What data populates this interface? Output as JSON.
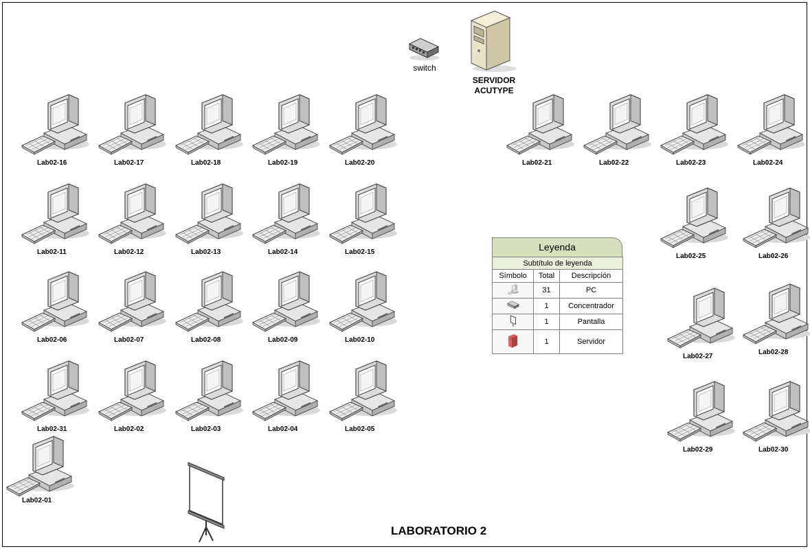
{
  "title": "LABORATORIO 2",
  "switch_label": "switch",
  "server_label": [
    "SERVIDOR",
    "ACUTYPE"
  ],
  "legend": {
    "title": "Leyenda",
    "subtitle": "Subtítulo de leyenda",
    "columns": [
      "Símbolo",
      "Total",
      "Descripción"
    ],
    "rows": [
      {
        "icon": "pc-icon",
        "total": "31",
        "description": "PC"
      },
      {
        "icon": "hub-icon",
        "total": "1",
        "description": "Concentrador"
      },
      {
        "icon": "screen-icon",
        "total": "1",
        "description": "Pantalla"
      },
      {
        "icon": "server-icon",
        "total": "1",
        "description": "Servidor"
      }
    ]
  },
  "computers": [
    {
      "label": "Lab02-16"
    },
    {
      "label": "Lab02-17"
    },
    {
      "label": "Lab02-18"
    },
    {
      "label": "Lab02-19"
    },
    {
      "label": "Lab02-20"
    },
    {
      "label": "Lab02-11"
    },
    {
      "label": "Lab02-12"
    },
    {
      "label": "Lab02-13"
    },
    {
      "label": "Lab02-14"
    },
    {
      "label": "Lab02-15"
    },
    {
      "label": "Lab02-06"
    },
    {
      "label": "Lab02-07"
    },
    {
      "label": "Lab02-08"
    },
    {
      "label": "Lab02-09"
    },
    {
      "label": "Lab02-10"
    },
    {
      "label": "Lab02-31"
    },
    {
      "label": "Lab02-02"
    },
    {
      "label": "Lab02-03"
    },
    {
      "label": "Lab02-04"
    },
    {
      "label": "Lab02-05"
    },
    {
      "label": "Lab02-01"
    },
    {
      "label": "Lab02-21"
    },
    {
      "label": "Lab02-22"
    },
    {
      "label": "Lab02-23"
    },
    {
      "label": "Lab02-24"
    },
    {
      "label": "Lab02-25"
    },
    {
      "label": "Lab02-26"
    },
    {
      "label": "Lab02-27"
    },
    {
      "label": "Lab02-28"
    },
    {
      "label": "Lab02-29"
    },
    {
      "label": "Lab02-30"
    }
  ]
}
